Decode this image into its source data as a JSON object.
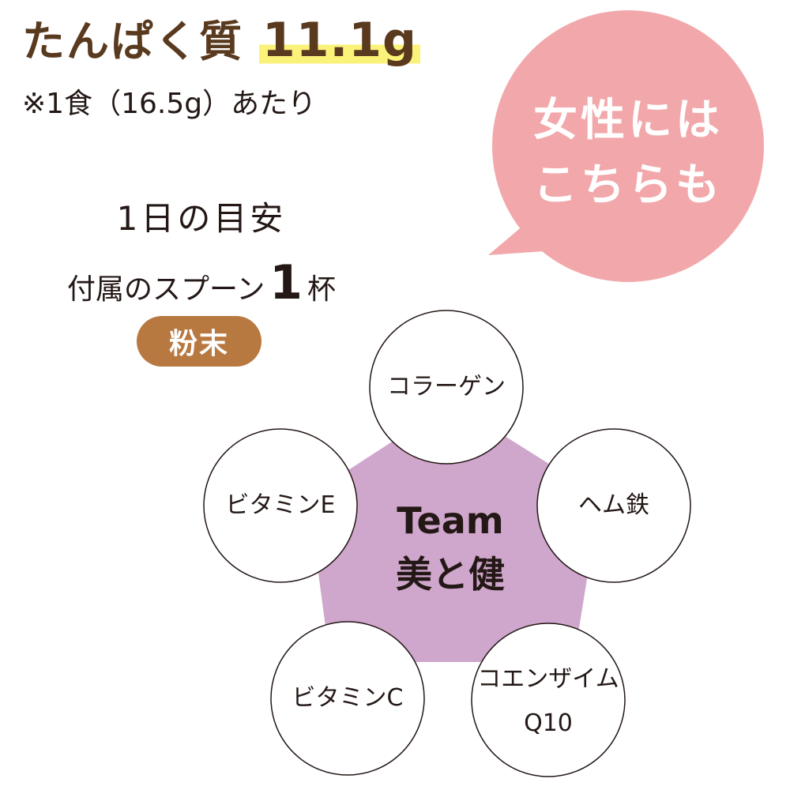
{
  "protein": {
    "label": "たんぱく質",
    "value": "11.1g"
  },
  "serving_note": "※1食（16.5g）あたり",
  "daily": {
    "title": "1日の目安",
    "amount_prefix": "付属のスプーン",
    "amount_number": "1",
    "amount_suffix": "杯"
  },
  "form_badge": "粉末",
  "speech_bubble": {
    "line1": "女性には",
    "line2": "こちらも"
  },
  "team": {
    "line1": "Team",
    "line2": "美と健"
  },
  "ingredients": [
    {
      "label": "コラーゲン"
    },
    {
      "label": "ヘム鉄"
    },
    {
      "label": "コエンザイム",
      "label2": "Q10"
    },
    {
      "label": "ビタミンC"
    },
    {
      "label": "ビタミンE"
    }
  ],
  "colors": {
    "bubble": "#f2a8aa",
    "pentagon": "#cfa6cc",
    "badge": "#b87941",
    "highlight": "#fbf27a",
    "brown_text": "#5a3a1f"
  }
}
